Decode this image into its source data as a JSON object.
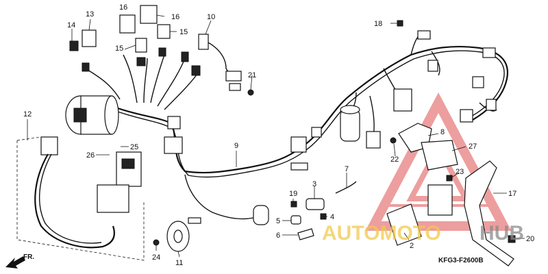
{
  "diagram_code": "KFG3-F2600B",
  "forward_label": "FR.",
  "watermark": {
    "left": "AUTOMOTO",
    "right": "HUB",
    "colors": {
      "triangle": "#e05050",
      "auto": "#f2c94c",
      "hub": "#8a8a8a"
    }
  },
  "callouts": {
    "c2": "2",
    "c3": "3",
    "c4": "4",
    "c5": "5",
    "c6": "6",
    "c7": "7",
    "c8": "8",
    "c9": "9",
    "c10": "10",
    "c11": "11",
    "c12": "12",
    "c13": "13",
    "c14": "14",
    "c15a": "15",
    "c15b": "15",
    "c16a": "16",
    "c16b": "16",
    "c17": "17",
    "c18": "18",
    "c19": "19",
    "c20": "20",
    "c21": "21",
    "c22": "22",
    "c23": "23",
    "c24": "24",
    "c25": "25",
    "c26": "26",
    "c27": "27"
  }
}
